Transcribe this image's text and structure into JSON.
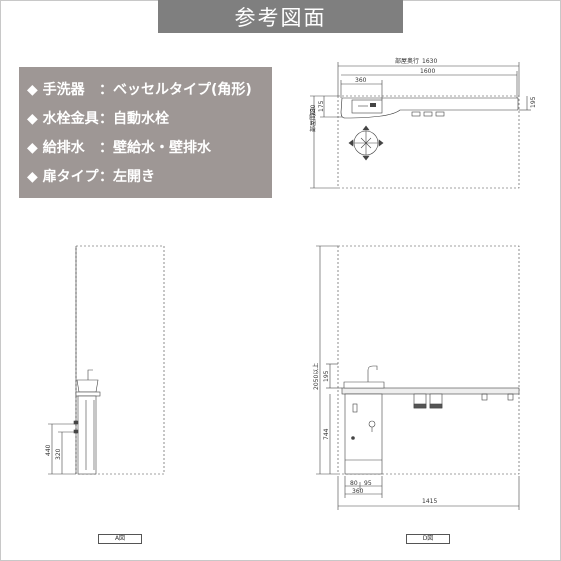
{
  "title": "参考図面",
  "specs": [
    {
      "key": "◆ 手洗器",
      "sep": "：",
      "value": "ベッセルタイプ(角形)"
    },
    {
      "key": "◆ 水栓金具",
      "sep": "：",
      "value": "自動水栓"
    },
    {
      "key": "◆ 給排水",
      "sep": "：",
      "value": "壁給水・壁排水"
    },
    {
      "key": "◆ 扉タイプ",
      "sep": "：",
      "value": "左開き"
    }
  ],
  "plan": {
    "depth_label": "部屋奥行",
    "depth_value": "1630",
    "dim_1600": "1600",
    "dim_360": "360",
    "dim_175": "175",
    "dim_195": "195",
    "frontage_label": "部屋間口",
    "frontage_value": "780"
  },
  "elevation_a": {
    "dim_440": "440",
    "dim_320": "320",
    "caption": "A図"
  },
  "elevation_d": {
    "dim_2050": "2050以上",
    "dim_195": "195",
    "dim_744": "744",
    "dim_80": "80",
    "dim_95": "95",
    "dim_360": "360",
    "dim_1415": "1415",
    "caption": "D図"
  }
}
